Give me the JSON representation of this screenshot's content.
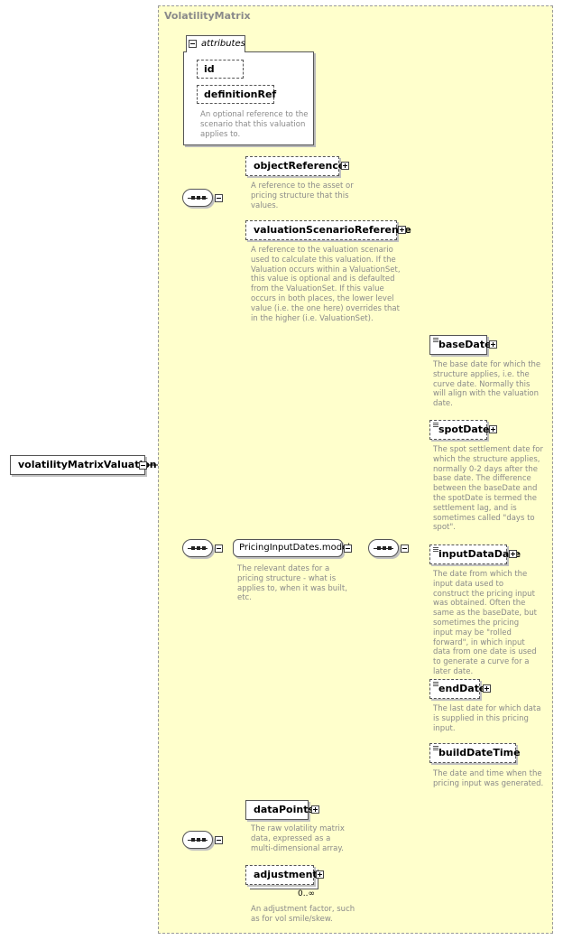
{
  "type_name": "VolatilityMatrix",
  "root": {
    "label": "volatilityMatrixValuation"
  },
  "attributes": {
    "header": "attributes",
    "id": "id",
    "definitionRef": "definitionRef",
    "definitionRef_desc": "An optional reference to the scenario that this valuation applies to."
  },
  "seq1": {
    "objectReference": {
      "label": "objectReference",
      "desc": "A reference to the asset or pricing structure that this values."
    },
    "valuationScenarioReference": {
      "label": "valuationScenarioReference",
      "desc": "A reference to the valuation scenario used to calculate this valuation. If the Valuation occurs within a ValuationSet, this value is optional and is defaulted from the ValuationSet. If this value occurs in both places, the lower level value (i.e. the one here) overrides that in the higher (i.e. ValuationSet)."
    }
  },
  "model": {
    "label": "PricingInputDates.model",
    "desc": "The relevant dates for a pricing structure - what is applies to, when it was built, etc."
  },
  "dates": {
    "baseDate": {
      "label": "baseDate",
      "desc": "The base date for which the structure applies, i.e. the curve date. Normally this will align with the valuation date."
    },
    "spotDate": {
      "label": "spotDate",
      "desc": "The spot settlement date for which the structure applies, normally 0-2 days after the base date. The difference between the baseDate and the spotDate is termed the settlement lag, and is sometimes called \"days to spot\"."
    },
    "inputDataDate": {
      "label": "inputDataDate",
      "desc": "The date from which the input data used to construct the pricing input was obtained. Often the same as the baseDate, but sometimes the pricing input may be \"rolled forward\", in which input data from one date is used to generate a curve for a later date."
    },
    "endDate": {
      "label": "endDate",
      "desc": "The last date for which data is supplied in this pricing input."
    },
    "buildDateTime": {
      "label": "buildDateTime",
      "desc": "The date and time when the pricing input was generated."
    }
  },
  "seq3": {
    "dataPoints": {
      "label": "dataPoints",
      "desc": "The raw volatility matrix data, expressed as a multi-dimensional array."
    },
    "adjustment": {
      "label": "adjustment",
      "occurrence": "0..∞",
      "desc": "An adjustment factor, such as for vol smile/skew."
    }
  }
}
